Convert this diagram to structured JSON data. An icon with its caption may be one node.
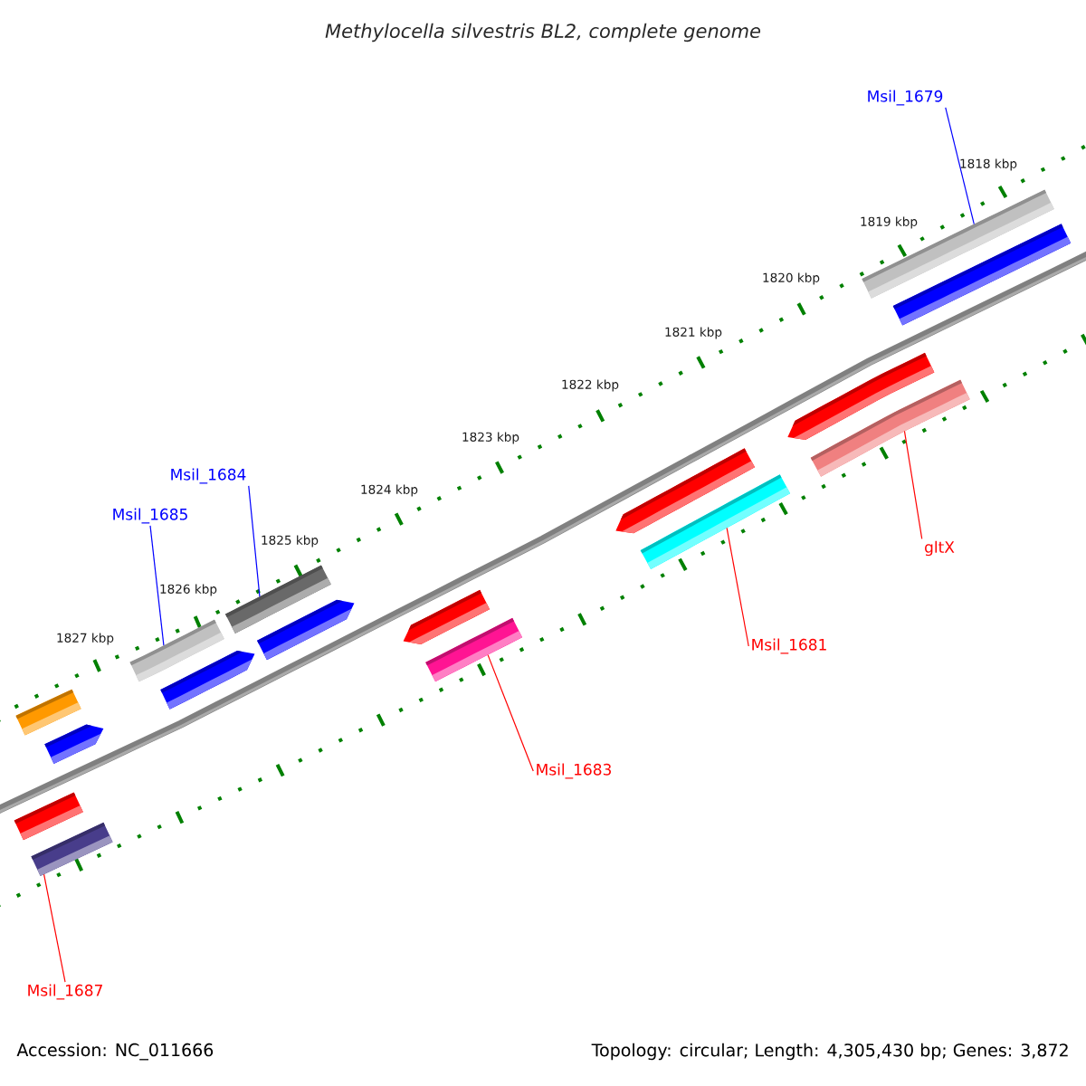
{
  "diagram": {
    "title": "Methylocella silvestris BL2, complete genome",
    "nodes": [
      {
        "text": [
          "Msil_1679"
        ]
      },
      {
        "text": [
          "Msil_1684"
        ]
      },
      {
        "text": [
          "Msil_1685"
        ]
      },
      {
        "text": [
          "gltX"
        ]
      },
      {
        "text": [
          "Msil_1681"
        ]
      },
      {
        "text": [
          "Msil_1683"
        ]
      },
      {
        "text": [
          "Msil_1687"
        ]
      },
      {
        "text": [],
        "shape": "bar"
      },
      {
        "text": [],
        "shape": "bar"
      },
      {
        "text": [],
        "shape": "bar"
      },
      {
        "text": [],
        "shape": "bar"
      },
      {
        "text": [],
        "shape": "bar"
      },
      {
        "text": [],
        "shape": "bar"
      },
      {
        "text": [],
        "shape": "bar"
      },
      {
        "text": [],
        "shape": "bar"
      },
      {
        "text": [],
        "shape": "bar"
      },
      {
        "text": [],
        "shape": "bar"
      },
      {
        "text": [],
        "shape": "bar"
      },
      {
        "text": [],
        "shape": "bar"
      },
      {
        "text": [],
        "shape": "bar"
      },
      {
        "text": [],
        "shape": "bar"
      },
      {
        "text": [],
        "shape": "bar"
      },
      {
        "text": [],
        "shape": "bar"
      }
    ],
    "edges": [
      {
        "from": 0,
        "to": 21,
        "arrow": "none",
        "color": "#0000ff"
      },
      {
        "from": 1,
        "to": 13,
        "arrow": "none",
        "color": "#0000ff"
      },
      {
        "from": 2,
        "to": 11,
        "arrow": "none",
        "color": "#0000ff"
      },
      {
        "from": 3,
        "to": 20,
        "arrow": "none"
      },
      {
        "from": 4,
        "to": 18,
        "arrow": "none"
      },
      {
        "from": 5,
        "to": 16,
        "arrow": "none"
      },
      {
        "from": 6,
        "to": 8,
        "arrow": "none"
      }
    ],
    "labels": [
      "1818 kbp",
      "1819 kbp",
      "1820 kbp",
      "1821 kbp",
      "1822 kbp",
      "1823 kbp",
      "1824 kbp",
      "1825 kbp",
      "1826 kbp",
      "1827 kbp",
      "Accession: NC_011666",
      "Topology: circular; Length: 4,305,430 bp; Genes: 3,872"
    ]
  }
}
